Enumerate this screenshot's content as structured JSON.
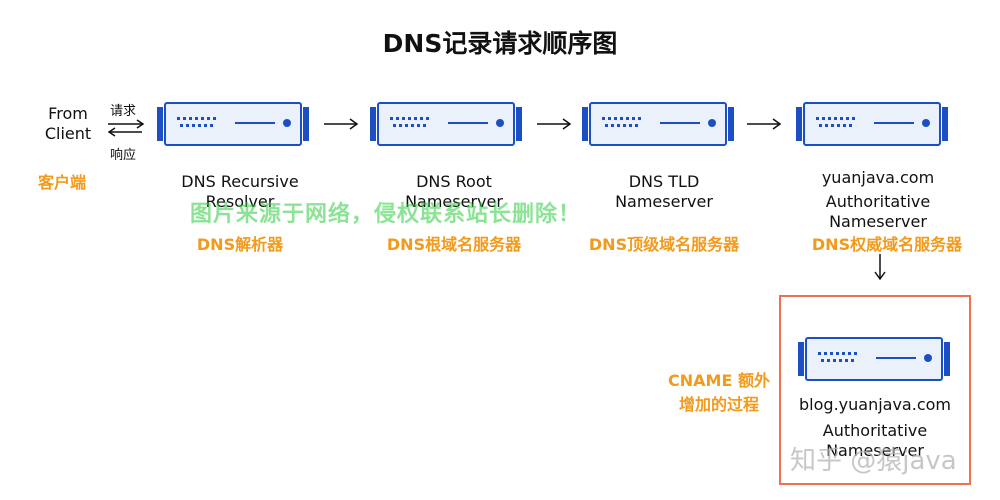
{
  "title": "DNS记录请求顺序图",
  "client": {
    "label_line1": "From",
    "label_line2": "Client",
    "request": "请求",
    "response": "响应",
    "cn": "客户端"
  },
  "nodes": [
    {
      "line1": "DNS Recursive",
      "line2": "Resolver",
      "cn": "DNS解析器"
    },
    {
      "line1": "DNS Root",
      "line2": "Nameserver",
      "cn": "DNS根域名服务器"
    },
    {
      "line1": "DNS TLD",
      "line2": "Nameserver",
      "cn": "DNS顶级域名服务器"
    },
    {
      "line1": "yuanjava.com",
      "line2": "Authoritative",
      "line3": "Nameserver",
      "cn": "DNS权威域名服务器"
    }
  ],
  "cname": {
    "note_line1": "CNAME 额外",
    "note_line2": "增加的过程",
    "line1": "blog.yuanjava.com",
    "line2": "Authoritative",
    "line3": "Nameserver"
  },
  "watermark": "图片来源于网络，侵权联系站长删除！",
  "credit": "知乎 @猿java",
  "colors": {
    "server_blue": "#1c4fc4",
    "server_fill": "#eaf1fb",
    "accent_orange": "#f29a1c",
    "box_border": "#f07050"
  }
}
